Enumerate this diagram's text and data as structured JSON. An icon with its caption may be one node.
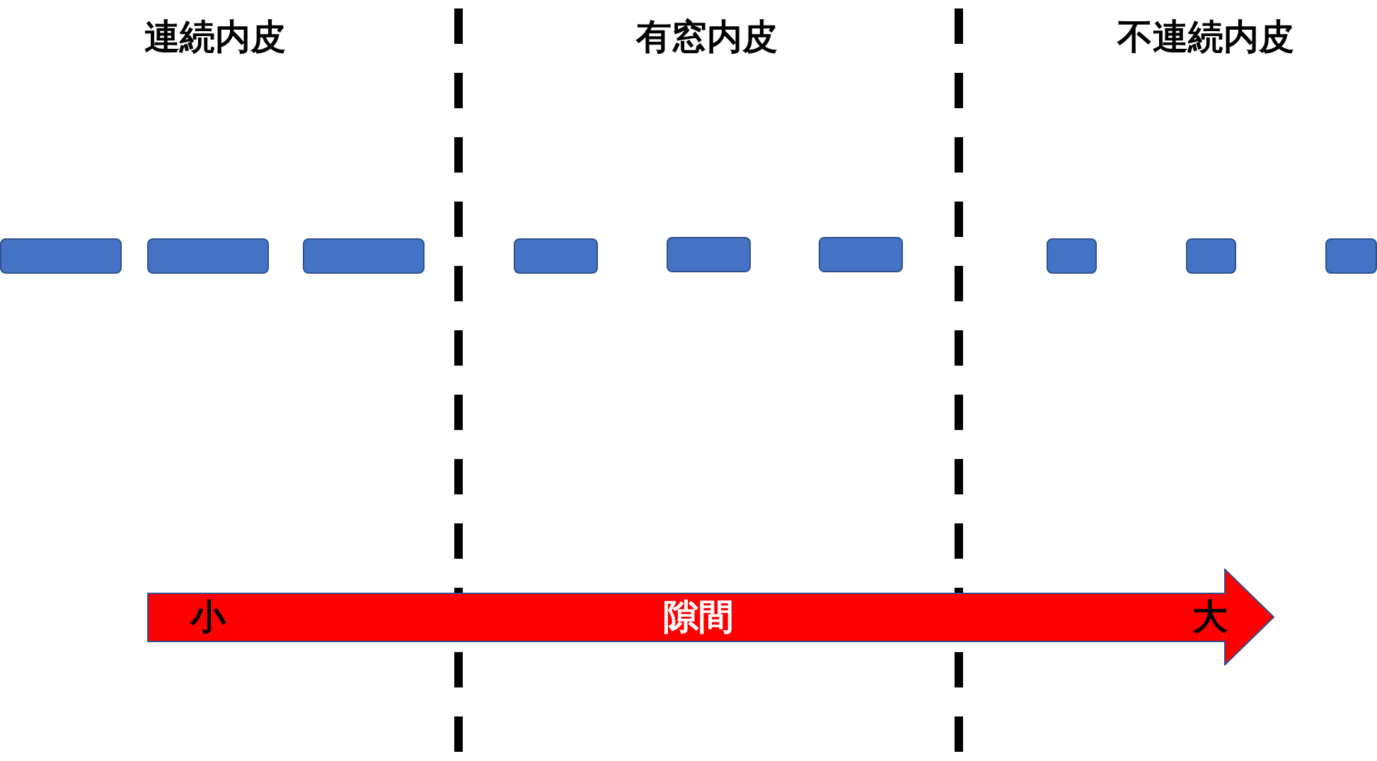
{
  "diagram": {
    "nodes": [
      {
        "text": [
          "小",
          "隙間",
          "大"
        ]
      }
    ],
    "labels": [
      "連続内皮",
      "有窓内皮",
      "不連続内皮"
    ]
  }
}
